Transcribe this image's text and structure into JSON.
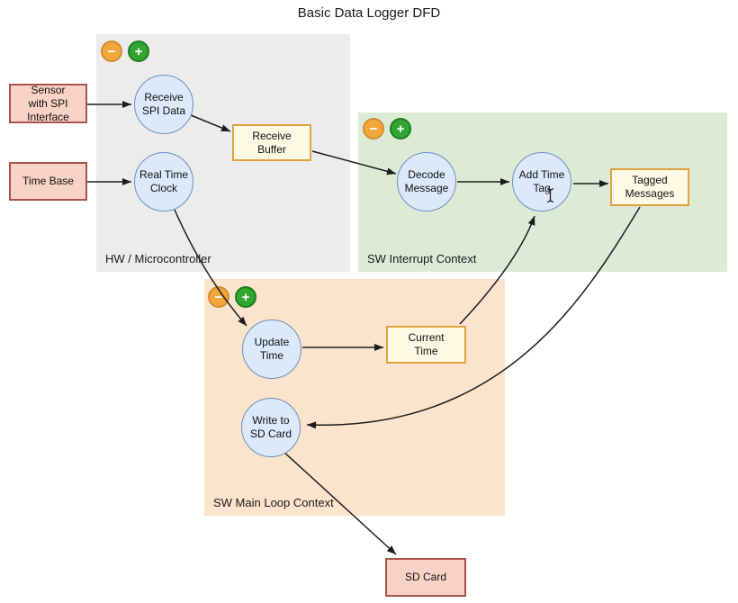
{
  "diagram": {
    "title": "Basic Data Logger DFD",
    "type": "data-flow-diagram"
  },
  "regions": {
    "hw": {
      "label": "HW / Microcontroller",
      "fill": "#ececec"
    },
    "interrupt": {
      "label": "SW Interrupt Context",
      "fill": "#dcebd6"
    },
    "mainloop": {
      "label": "SW Main Loop Context",
      "fill": "#fce3cb"
    }
  },
  "zoom_controls": {
    "minus_label": "−",
    "plus_label": "+",
    "minus_color": "#f2a73c",
    "plus_color": "#33a532"
  },
  "nodes": {
    "sensor": {
      "label": "Sensor\nwith SPI\nInterface",
      "type": "external-entity"
    },
    "time_base": {
      "label": "Time Base",
      "type": "external-entity"
    },
    "receive_spi": {
      "label": "Receive\nSPI Data",
      "type": "process"
    },
    "real_time_clock": {
      "label": "Real Time\nClock",
      "type": "process"
    },
    "receive_buffer": {
      "label": "Receive\nBuffer",
      "type": "data-store"
    },
    "decode_message": {
      "label": "Decode\nMessage",
      "type": "process"
    },
    "add_time_tag": {
      "label": "Add Time\nTag",
      "type": "process"
    },
    "tagged_messages": {
      "label": "Tagged\nMessages",
      "type": "data-store"
    },
    "update_time": {
      "label": "Update\nTime",
      "type": "process"
    },
    "current_time": {
      "label": "Current\nTime",
      "type": "data-store"
    },
    "write_sd": {
      "label": "Write to\nSD Card",
      "type": "process"
    },
    "sd_card": {
      "label": "SD Card",
      "type": "external-entity"
    }
  },
  "edges": [
    {
      "from": "Sensor with SPI Interface",
      "to": "Receive SPI Data"
    },
    {
      "from": "Time Base",
      "to": "Real Time Clock"
    },
    {
      "from": "Receive SPI Data",
      "to": "Receive Buffer"
    },
    {
      "from": "Receive Buffer",
      "to": "Decode Message"
    },
    {
      "from": "Decode Message",
      "to": "Add Time Tag"
    },
    {
      "from": "Add Time Tag",
      "to": "Tagged Messages"
    },
    {
      "from": "Real Time Clock",
      "to": "Update Time"
    },
    {
      "from": "Update Time",
      "to": "Current Time"
    },
    {
      "from": "Current Time",
      "to": "Add Time Tag"
    },
    {
      "from": "Tagged Messages",
      "to": "Write to SD Card"
    },
    {
      "from": "Write to SD Card",
      "to": "SD Card"
    }
  ],
  "colors": {
    "process_fill": "#dbe9fa",
    "process_stroke": "#6e8fbf",
    "store_fill": "#fdf9e3",
    "store_stroke": "#e2a140",
    "entity_fill": "#f8d2c4",
    "entity_stroke": "#a8544a",
    "edge_stroke": "#1c1c1c"
  }
}
